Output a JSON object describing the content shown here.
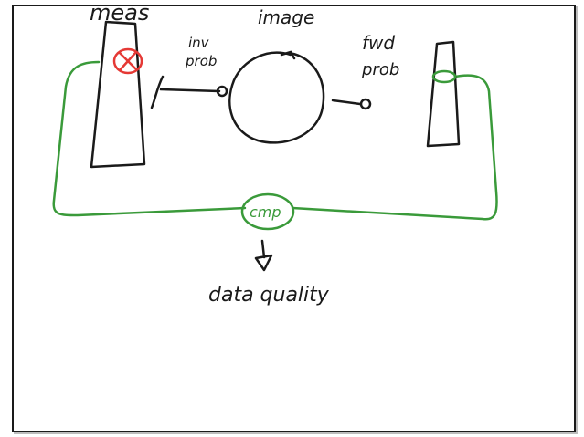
{
  "labels": {
    "measured": "meas",
    "image": "image",
    "inverse_problem_line1": "inv",
    "inverse_problem_line2": "prob",
    "forward_problem_line1": "fwd",
    "forward_problem_line2": "prob",
    "compare": "cmp",
    "data_quality": "data quality"
  },
  "colors": {
    "ink": "#1a1a1a",
    "loop": "#3a9a3a",
    "mark": "#e53935",
    "frame_shadow": "#bdbdbd"
  }
}
